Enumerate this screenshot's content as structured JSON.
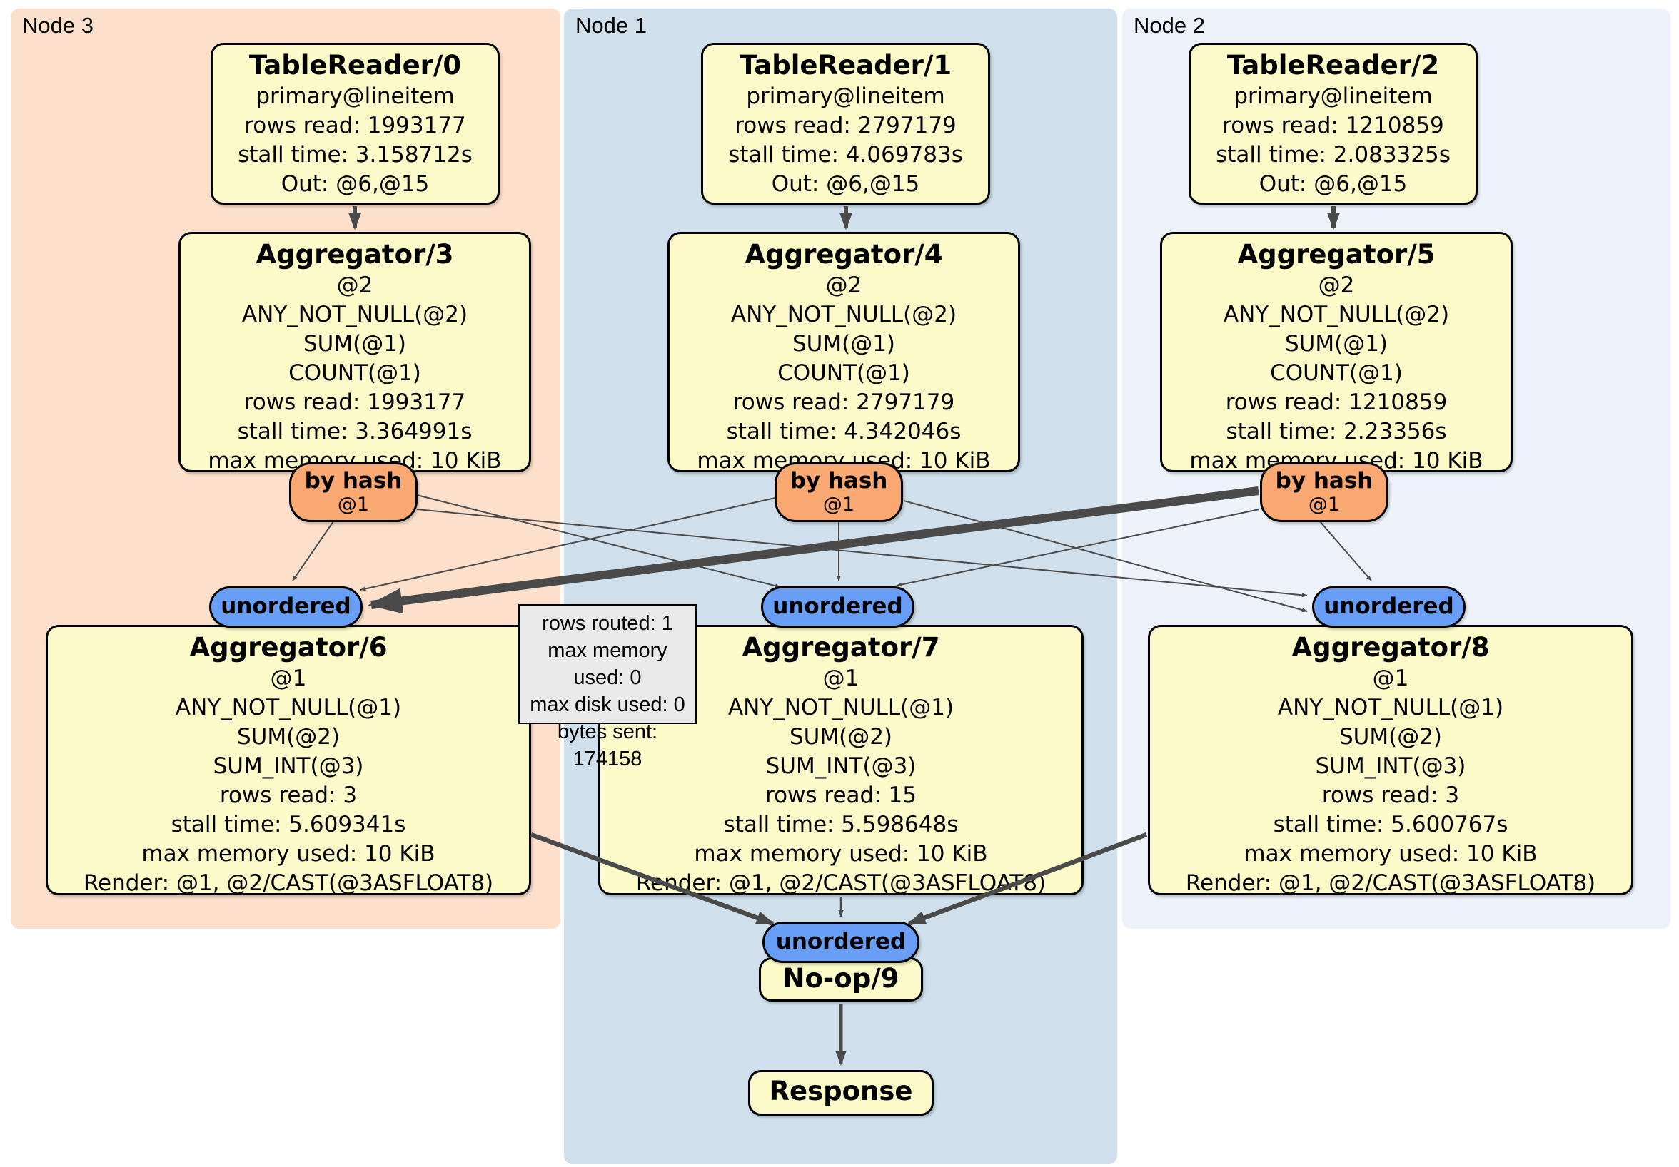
{
  "regions": [
    {
      "label": "Node 3"
    },
    {
      "label": "Node 1"
    },
    {
      "label": "Node 2"
    }
  ],
  "processors": {
    "tr0": {
      "title": "TableReader/0",
      "lines": [
        "primary@lineitem",
        "rows read: 1993177",
        "stall time: 3.158712s",
        "Out: @6,@15"
      ]
    },
    "tr1": {
      "title": "TableReader/1",
      "lines": [
        "primary@lineitem",
        "rows read: 2797179",
        "stall time: 4.069783s",
        "Out: @6,@15"
      ]
    },
    "tr2": {
      "title": "TableReader/2",
      "lines": [
        "primary@lineitem",
        "rows read: 1210859",
        "stall time: 2.083325s",
        "Out: @6,@15"
      ]
    },
    "agg3": {
      "title": "Aggregator/3",
      "lines": [
        "@2",
        "ANY_NOT_NULL(@2)",
        "SUM(@1)",
        "COUNT(@1)",
        "rows read: 1993177",
        "stall time: 3.364991s",
        "max memory used: 10 KiB"
      ]
    },
    "agg4": {
      "title": "Aggregator/4",
      "lines": [
        "@2",
        "ANY_NOT_NULL(@2)",
        "SUM(@1)",
        "COUNT(@1)",
        "rows read: 2797179",
        "stall time: 4.342046s",
        "max memory used: 10 KiB"
      ]
    },
    "agg5": {
      "title": "Aggregator/5",
      "lines": [
        "@2",
        "ANY_NOT_NULL(@2)",
        "SUM(@1)",
        "COUNT(@1)",
        "rows read: 1210859",
        "stall time: 2.23356s",
        "max memory used: 10 KiB"
      ]
    },
    "agg6": {
      "title": "Aggregator/6",
      "lines": [
        "@1",
        "ANY_NOT_NULL(@1)",
        "SUM(@2)",
        "SUM_INT(@3)",
        "rows read: 3",
        "stall time: 5.609341s",
        "max memory used: 10 KiB",
        "Render: @1, @2/CAST(@3ASFLOAT8)"
      ]
    },
    "agg7": {
      "title": "Aggregator/7",
      "lines": [
        "@1",
        "ANY_NOT_NULL(@1)",
        "SUM(@2)",
        "SUM_INT(@3)",
        "rows read: 15",
        "stall time: 5.598648s",
        "max memory used: 10 KiB",
        "Render: @1, @2/CAST(@3ASFLOAT8)"
      ]
    },
    "agg8": {
      "title": "Aggregator/8",
      "lines": [
        "@1",
        "ANY_NOT_NULL(@1)",
        "SUM(@2)",
        "SUM_INT(@3)",
        "rows read: 3",
        "stall time: 5.600767s",
        "max memory used: 10 KiB",
        "Render: @1, @2/CAST(@3ASFLOAT8)"
      ]
    },
    "noop": {
      "title": "No-op/9"
    },
    "response": {
      "title": "Response"
    }
  },
  "routers": {
    "hash3": {
      "label": "by hash",
      "sub": "@1"
    },
    "hash1": {
      "label": "by hash",
      "sub": "@1"
    },
    "hash2": {
      "label": "by hash",
      "sub": "@1"
    },
    "un3": {
      "label": "unordered"
    },
    "un1": {
      "label": "unordered"
    },
    "un2": {
      "label": "unordered"
    },
    "unFinal": {
      "label": "unordered"
    }
  },
  "tooltip": {
    "lines": [
      "rows routed: 1",
      "max memory used: 0",
      "max disk used: 0",
      "bytes sent: 174158"
    ]
  },
  "colors": {
    "region-peach": "#fde0cb",
    "region-blue": "#cfdfeb",
    "region-lightblue": "#edf1f9",
    "box-yellow": "#fbfac8",
    "router-orange": "#f8a870",
    "router-blue": "#689ef5",
    "tooltip-gray": "#e9e9e9",
    "edge-gray": "#4a4a4a"
  }
}
